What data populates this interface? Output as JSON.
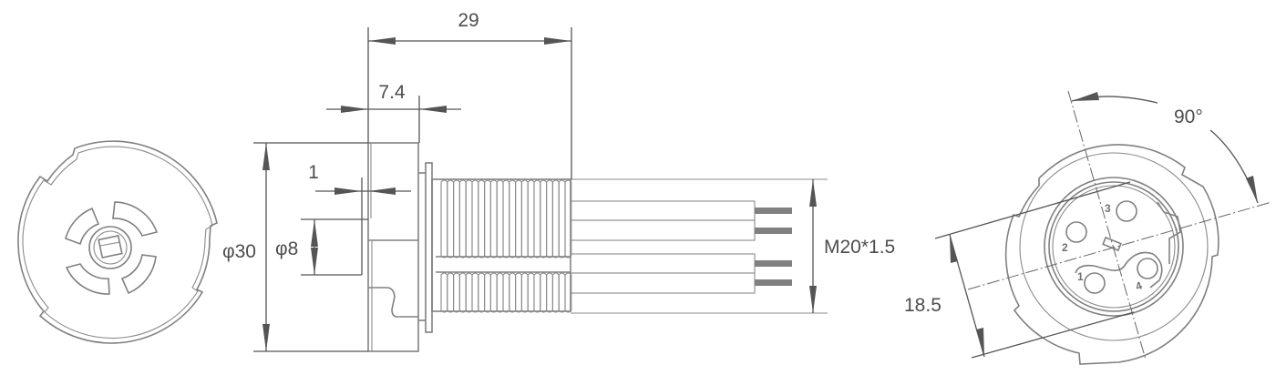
{
  "drawing": {
    "type": "technical-drawing",
    "subject": "M20 panel-mount 4-pin connector",
    "views": [
      "front-view",
      "side-view",
      "rear-pin-view"
    ],
    "colors": {
      "part_line": "#808080",
      "dimension_line": "#555555",
      "text": "#4d4d4d",
      "background": "#ffffff"
    }
  },
  "dimensions": {
    "overall_length": "29",
    "flange_width": "7.4",
    "step_offset": "1",
    "outer_diameter": "φ30",
    "inner_diameter": "φ8",
    "thread": "M20*1.5",
    "pin_span": "18.5",
    "rotation_angle": "90°"
  },
  "pins": [
    {
      "number": "1"
    },
    {
      "number": "2"
    },
    {
      "number": "3"
    },
    {
      "number": "4"
    }
  ]
}
